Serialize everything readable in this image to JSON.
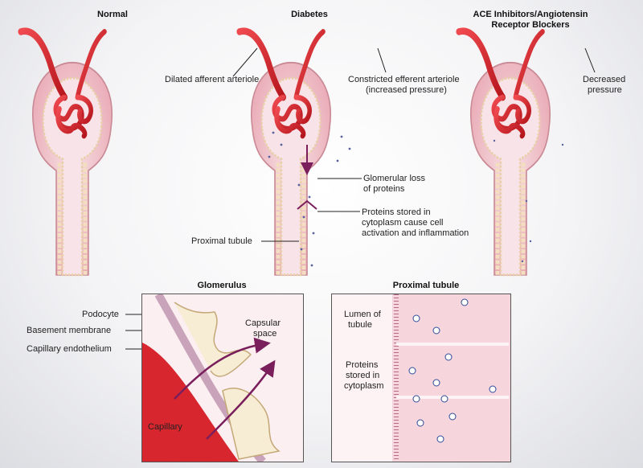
{
  "titles": {
    "normal": "Normal",
    "diabetes": "Diabetes",
    "ace_line1": "ACE Inhibitors/Angiotensin",
    "ace_line2": "Receptor Blockers",
    "glomerulus": "Glomerulus",
    "proximal": "Proximal tubule"
  },
  "labels": {
    "dilated": "Dilated afferent arteriole",
    "constricted_1": "Constricted efferent arteriole",
    "constricted_2": "(increased pressure)",
    "decreased_1": "Decreased",
    "decreased_2": "pressure",
    "glom_loss_1": "Glomerular loss",
    "glom_loss_2": "of proteins",
    "stored_1": "Proteins stored in",
    "stored_2": "cytoplasm cause cell",
    "stored_3": "activation and inflammation",
    "prox_tubule": "Proximal tubule",
    "podocyte": "Podocyte",
    "basement": "Basement membrane",
    "endothelium": "Capillary endothelium",
    "capsular_1": "Capsular",
    "capsular_2": "space",
    "capillary": "Capillary",
    "lumen_1": "Lumen of",
    "lumen_2": "tubule",
    "proteins_1": "Proteins",
    "proteins_2": "stored in",
    "proteins_3": "cytoplasm"
  },
  "colors": {
    "vessel": "#d8262e",
    "tissue": "#f2c8cf",
    "lumen": "#f7e1e6",
    "arrow": "#7a1f5c",
    "protein_dot": "#5a5f9e"
  }
}
